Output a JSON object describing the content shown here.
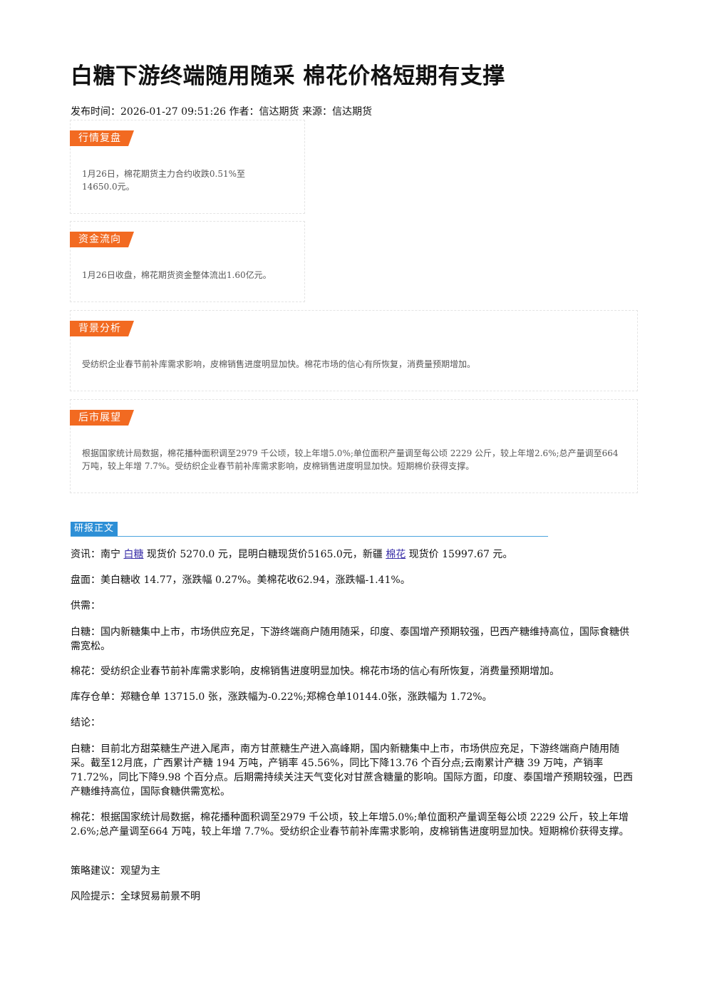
{
  "title": "白糖下游终端随用随采 棉花价格短期有支撑",
  "meta": "发布时间：2026-01-27 09:51:26 作者：信达期货 来源：信达期货",
  "boxes": {
    "review": {
      "tag": "行情复盘",
      "text": "1月26日，棉花期货主力合约收跌0.51%至14650.0元。"
    },
    "funds": {
      "tag": "资金流向",
      "text": "1月26日收盘，棉花期货资金整体流出1.60亿元。"
    },
    "background": {
      "tag": "背景分析",
      "text": "受纺织企业春节前补库需求影响，皮棉销售进度明显加快。棉花市场的信心有所恢复，消费量预期增加。"
    },
    "outlook": {
      "tag": "后市展望",
      "text": "根据国家统计局数据，棉花播种面积调至2979 千公顷，较上年增5.0%;单位面积产量调至每公顷 2229 公斤，较上年增2.6%;总产量调至664 万吨，较上年增 7.7%。受纺织企业春节前补库需求影响，皮棉销售进度明显加快。短期棉价获得支撑。"
    }
  },
  "section_label": "研报正文",
  "body": {
    "news": {
      "p1": "资讯：南宁 ",
      "link1": "白糖",
      "p2": " 现货价 5270.0 元，昆明白糖现货价5165.0元，新疆 ",
      "link2": "棉花",
      "p3": " 现货价 15997.67 元。"
    },
    "market": "盘面：美白糖收 14.77，涨跌幅 0.27%。美棉花收62.94，涨跌幅-1.41%。",
    "supply_label": "供需：",
    "supply_sugar": "白糖：国内新糖集中上市，市场供应充足，下游终端商户随用随采，印度、泰国增产预期较强，巴西产糖维持高位，国际食糖供需宽松。",
    "supply_cotton": "棉花：受纺织企业春节前补库需求影响，皮棉销售进度明显加快。棉花市场的信心有所恢复，消费量预期增加。",
    "warehouse": "库存仓单：郑糖仓单 13715.0 张，涨跌幅为-0.22%;郑棉仓单10144.0张，涨跌幅为 1.72%。",
    "conclusion_label": "结论：",
    "conclusion_sugar": "白糖：目前北方甜菜糖生产进入尾声，南方甘蔗糖生产进入高峰期，国内新糖集中上市，市场供应充足，下游终端商户随用随采。截至12月底，广西累计产糖 194 万吨，产销率 45.56%，同比下降13.76 个百分点;云南累计产糖 39 万吨，产销率 71.72%，同比下降9.98 个百分点。后期需持续关注天气变化对甘蔗含糖量的影响。国际方面，印度、泰国增产预期较强，巴西产糖维持高位，国际食糖供需宽松。",
    "conclusion_cotton": "棉花：根据国家统计局数据，棉花播种面积调至2979 千公顷，较上年增5.0%;单位面积产量调至每公顷 2229 公斤，较上年增2.6%;总产量调至664 万吨，较上年增 7.7%。受纺织企业春节前补库需求影响，皮棉销售进度明显加快。短期棉价获得支撑。",
    "strategy": "策略建议：观望为主",
    "risk": "风险提示：全球贸易前景不明"
  }
}
